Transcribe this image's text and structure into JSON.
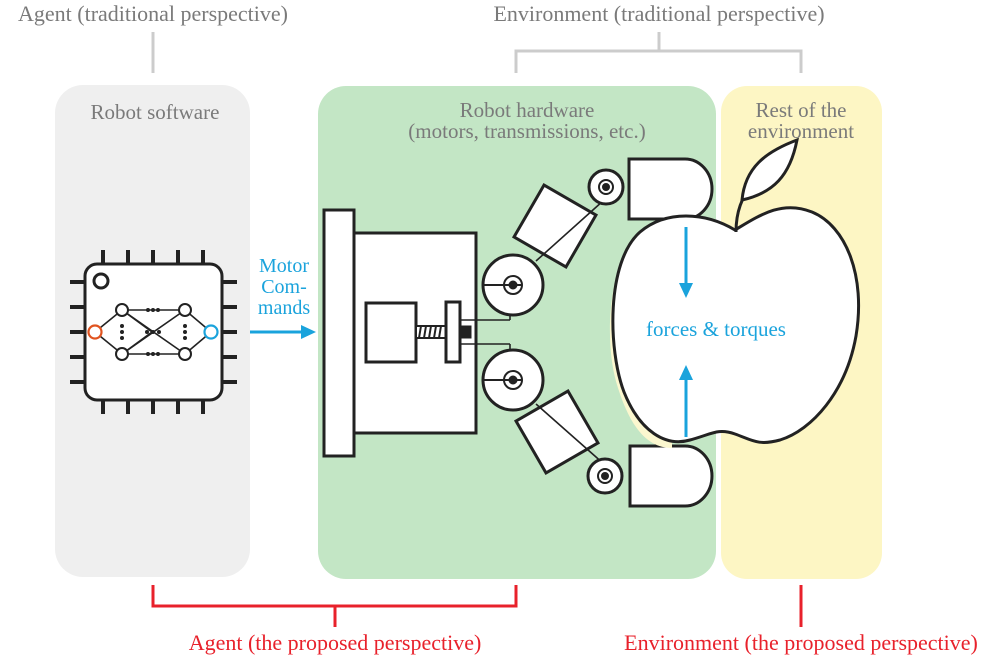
{
  "labels": {
    "agent_traditional": "Agent (traditional perspective)",
    "environment_traditional": "Environment (traditional perspective)",
    "robot_software": "Robot software",
    "robot_hardware_line1": "Robot hardware",
    "robot_hardware_line2": "(motors, transmissions, etc.)",
    "rest_env_line1": "Rest of the",
    "rest_env_line2": "environment",
    "motor_line1": "Motor",
    "motor_line2": "Com-",
    "motor_line3": "mands",
    "forces_torques": "forces & torques",
    "agent_proposed": "Agent (the proposed perspective)",
    "environment_proposed": "Environment (the proposed perspective)"
  },
  "colors": {
    "gray_text": "#7a7a7a",
    "red_accent": "#e8212b",
    "blue_accent": "#1aa3dc",
    "software_panel": "#efefef",
    "hardware_panel": "#c3e6c5",
    "environment_panel": "#fdf6c4",
    "orange_node": "#e0531f"
  }
}
